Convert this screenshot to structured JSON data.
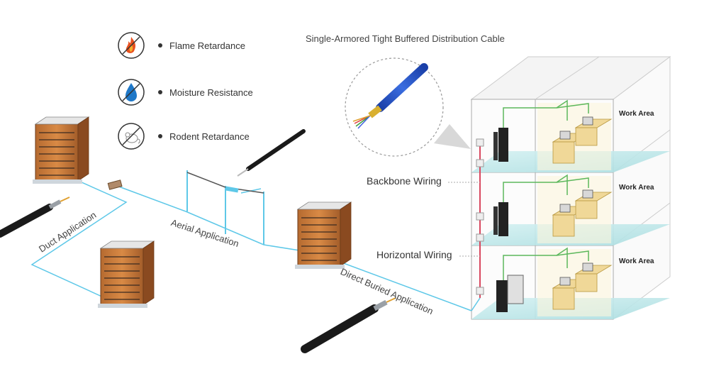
{
  "features": [
    {
      "label": "Flame Retardance",
      "icon": "flame-icon"
    },
    {
      "label": "Moisture Resistance",
      "icon": "water-drop-icon"
    },
    {
      "label": "Rodent Retardance",
      "icon": "rodent-icon"
    }
  ],
  "cable_title": "Single-Armored Tight Buffered Distribution Cable",
  "applications": {
    "duct": "Duct Application",
    "aerial": "Aerial Application",
    "direct_buried": "Direct Buried Application"
  },
  "wiring": {
    "backbone": "Backbone Wiring",
    "horizontal": "Horizontal Wiring"
  },
  "work_areas": [
    "Work Area",
    "Work Area",
    "Work Area"
  ],
  "colors": {
    "cable_line": "#5ec8e8",
    "backbone_red": "#d9485f",
    "horizontal_green": "#5cb85c",
    "building_orange": "#c8773a",
    "floor_teal": "#bfe8ea"
  }
}
